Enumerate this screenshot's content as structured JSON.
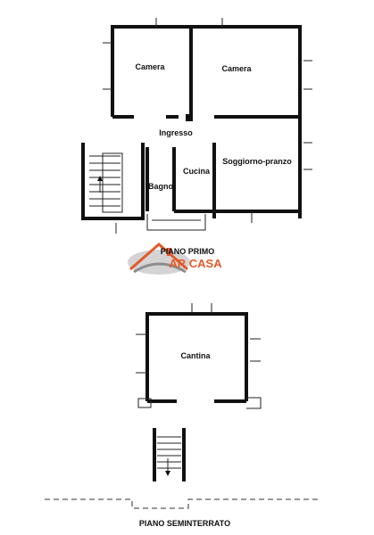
{
  "upper_floor": {
    "rooms": {
      "camera_left": "Camera",
      "camera_right": "Camera",
      "ingresso": "Ingresso",
      "cucina": "Cucina",
      "soggiorno": "Soggiorno-pranzo",
      "bagno": "Bagno"
    },
    "floor_label": "PIANO PRIMO"
  },
  "lower_floor": {
    "rooms": {
      "cantina": "Cantina"
    },
    "floor_label": "PIANO SEMINTERRATO"
  },
  "watermark": {
    "brand": "AR CASA",
    "colors": {
      "orange": "#e45a2a",
      "grey": "#8c8c8c"
    }
  }
}
